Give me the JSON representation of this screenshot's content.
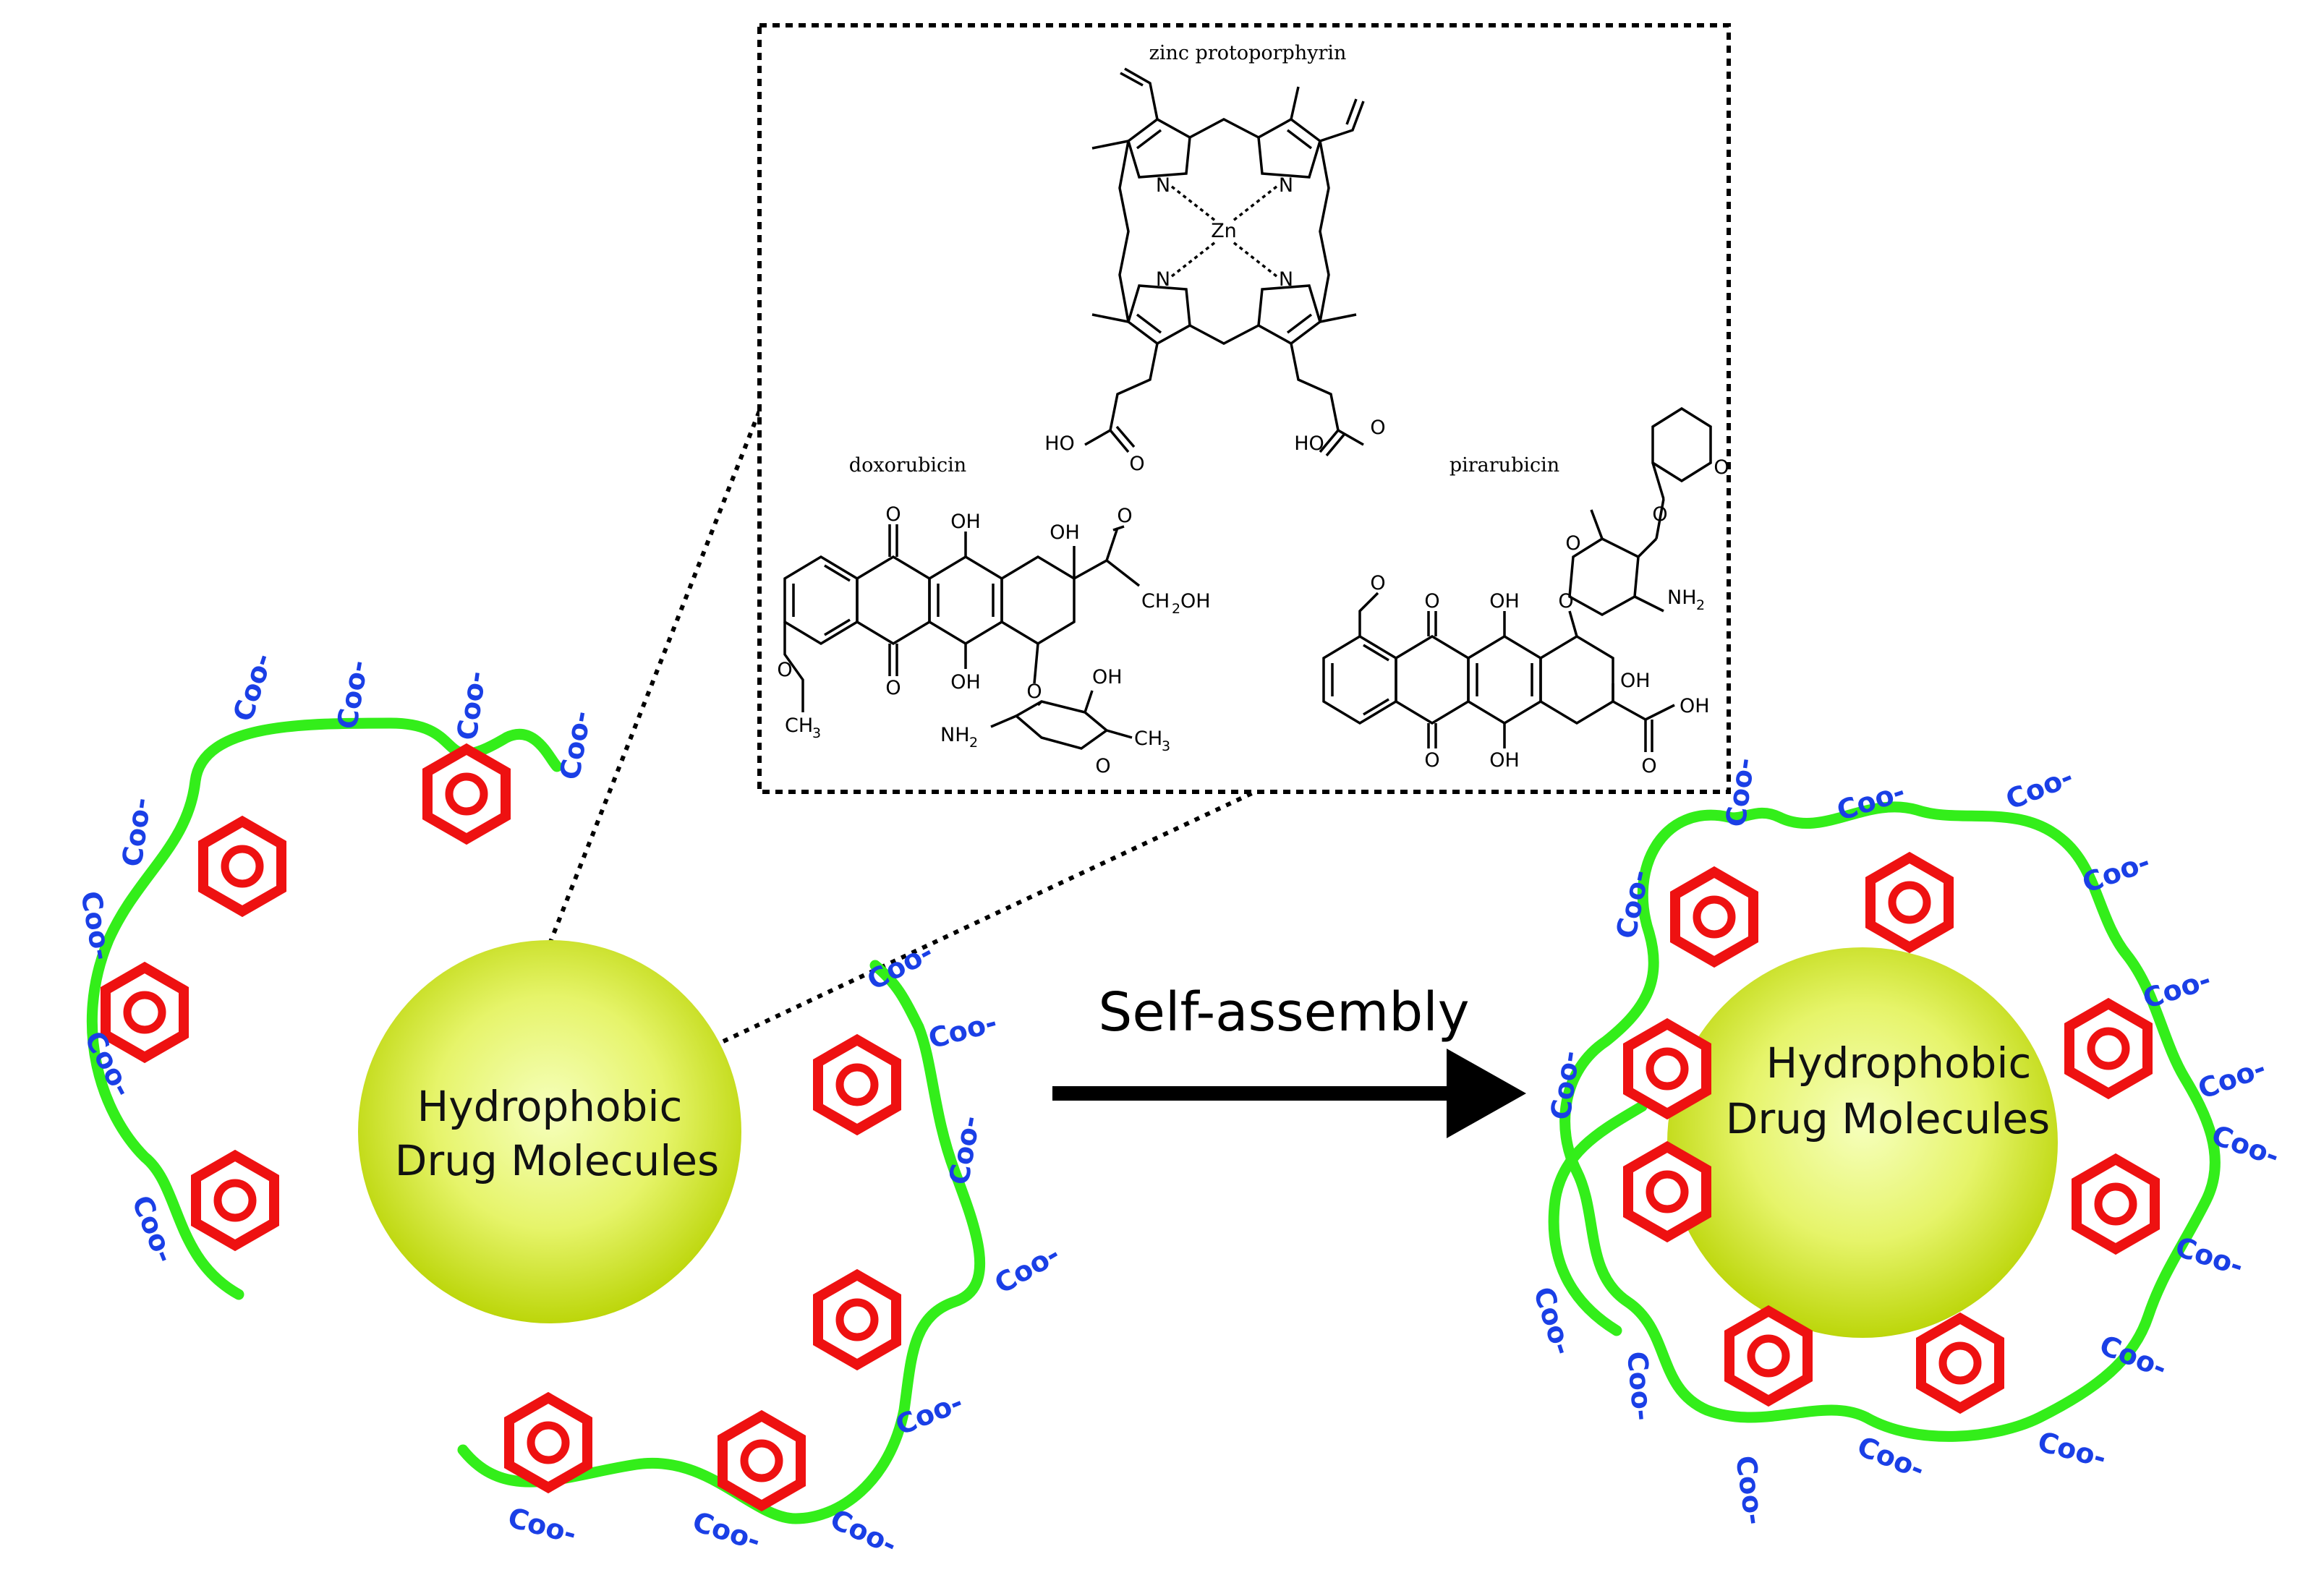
{
  "inset": {
    "zinc_label": "zinc protoporphyrin",
    "doxorubicin_label": "doxorubicin",
    "pirarubicin_label": "pirarubicin",
    "atoms": {
      "N": "N",
      "Zn": "Zn",
      "HO": "HO",
      "O": "O",
      "OH": "OH",
      "CH2OH": "CH",
      "CH2OH_sub": "2",
      "CH2OH_tail": "OH",
      "CH3": "CH",
      "CH3_sub": "3",
      "NH2": "NH",
      "NH2_sub": "2",
      "OMe": "O"
    }
  },
  "core_left": {
    "line1": "Hydrophobic",
    "line2": "Drug Molecules"
  },
  "core_right": {
    "line1": "Hydrophobic",
    "line2": "Drug Molecules"
  },
  "arrow_label": "Self-assembly",
  "group_label": "Coo-",
  "colors": {
    "polymer": "#33ee1a",
    "ring": "#ee1111",
    "label_blue": "#1a3fe6",
    "core_center": "#f4ffb0",
    "core_edge": "#c6dd10"
  }
}
